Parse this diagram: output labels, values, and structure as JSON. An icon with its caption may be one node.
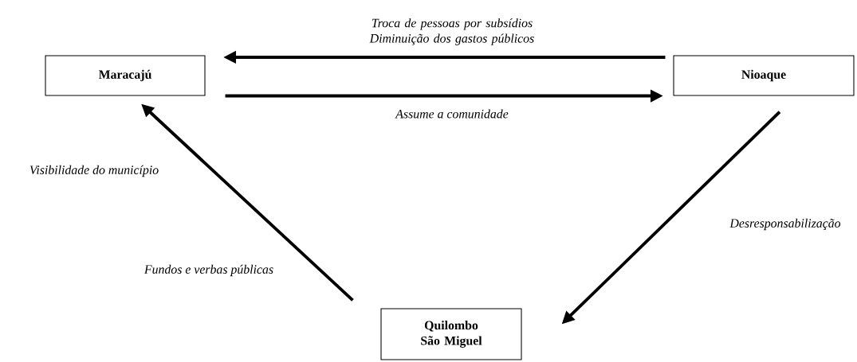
{
  "diagram": {
    "nodes": [
      {
        "text": [
          "Maracajú"
        ]
      },
      {
        "text": [
          "Nioaque"
        ]
      },
      {
        "text": [
          "Quilombo São Miguel"
        ]
      }
    ],
    "edges": [
      {
        "from": 1,
        "to": 0,
        "arrow": "to",
        "label": "Troca de pessoas por subsídios Diminuição dos gastos públicos"
      },
      {
        "from": 0,
        "to": 1,
        "arrow": "to",
        "label": "Assume a comunidade"
      },
      {
        "from": 1,
        "to": 2,
        "arrow": "to",
        "label": "Desresponsabilização"
      },
      {
        "from": 2,
        "to": 0,
        "arrow": "to",
        "label": "Fundos e verbas públicas"
      }
    ],
    "labels": [
      "Visibilidade do município"
    ]
  }
}
